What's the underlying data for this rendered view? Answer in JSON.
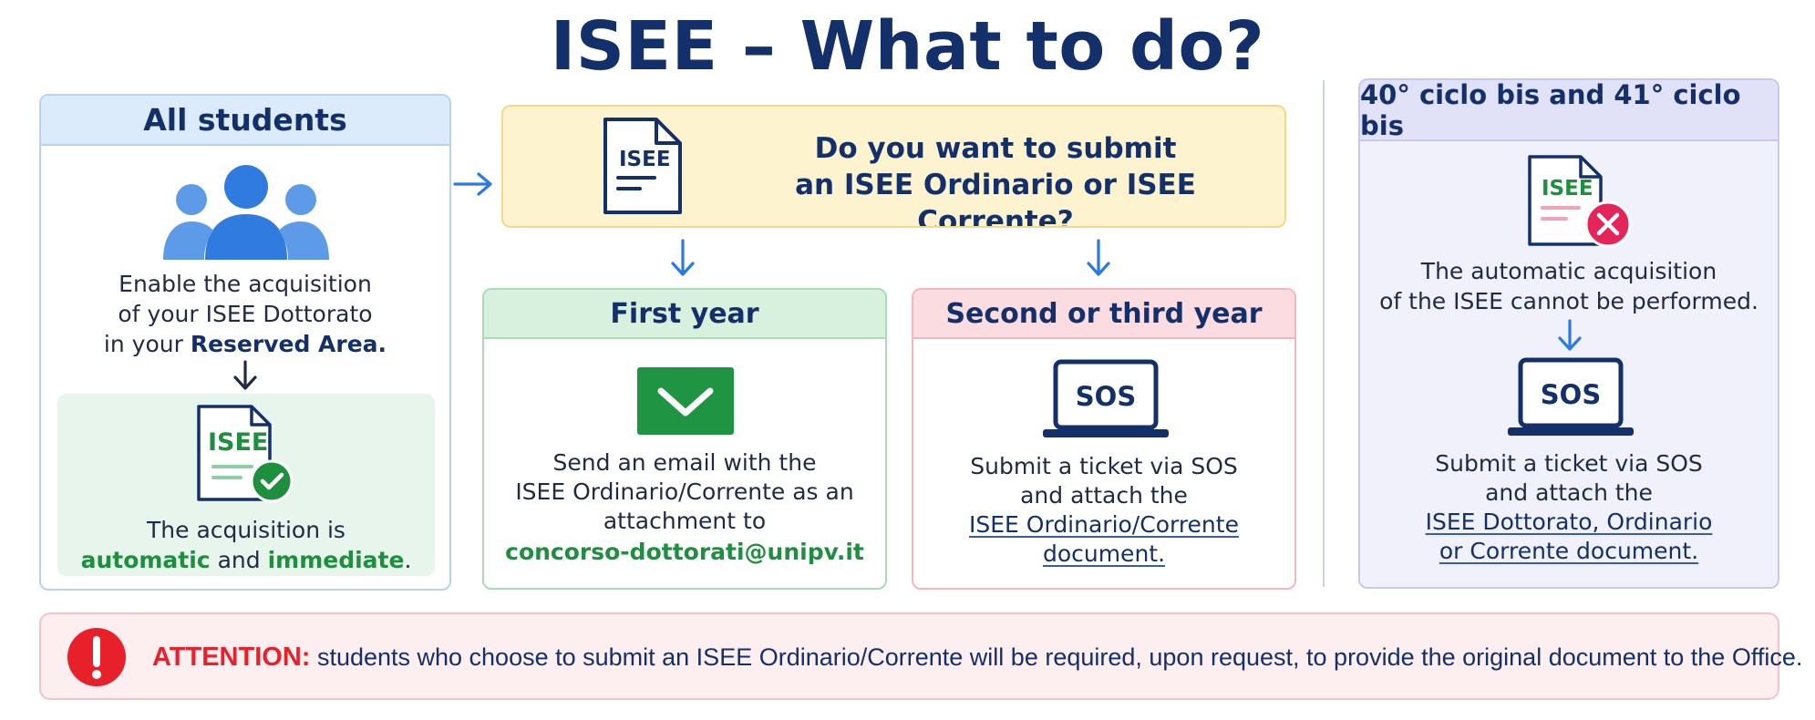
{
  "title": "ISEE – What to do?",
  "all_students": {
    "header": "All students",
    "line1": "Enable the acquisition",
    "line2": "of your ISEE Dottorato",
    "line3_pre": "in your ",
    "line3_bold": "Reserved Area.",
    "doc_label": "ISEE",
    "result_line1": "The acquisition is",
    "result_green1": "automatic",
    "result_and": " and ",
    "result_green2": "immediate",
    "result_end": "."
  },
  "question": {
    "doc_label": "ISEE",
    "line1": "Do you want to submit",
    "line2": "an ISEE Ordinario or ISEE Corrente?"
  },
  "first_year": {
    "header": "First year",
    "line1": "Send an email with the",
    "line2": "ISEE Ordinario/Corrente as an",
    "line3": "attachment to",
    "email": "concorso-dottorati@unipv.it"
  },
  "second_year": {
    "header": "Second or third year",
    "laptop_label": "SOS",
    "line1": "Submit a ticket via SOS",
    "line2": "and attach the",
    "link1": "ISEE Ordinario/Corrente",
    "link2": "document."
  },
  "ciclo_bis": {
    "header": "40° ciclo bis and 41° ciclo bis",
    "doc_label": "ISEE",
    "line1": "The automatic acquisition",
    "line2": "of the ISEE cannot be performed.",
    "laptop_label": "SOS",
    "line3": "Submit a ticket via SOS",
    "line4": "and attach the",
    "link1": "ISEE Dottorato, Ordinario",
    "link2": "or Corrente document."
  },
  "attention": {
    "label": "ATTENTION:",
    "text": " students who choose to submit an ISEE Ordinario/Corrente will be required, upon request, to provide the original document to the Office."
  },
  "colors": {
    "navy": "#14306b",
    "accent_blue": "#2a7ae4",
    "green": "#1d8f3e",
    "red": "#e8202a"
  }
}
